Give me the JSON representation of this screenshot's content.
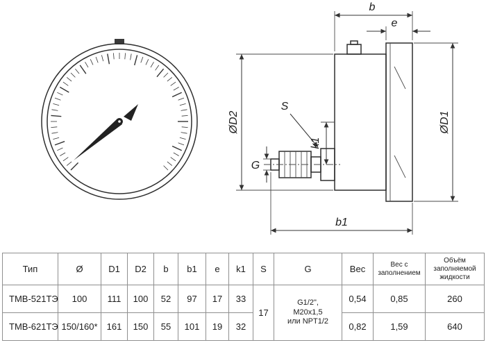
{
  "drawing": {
    "labels": {
      "b": "b",
      "e": "e",
      "d2": "ØD2",
      "d1": "ØD1",
      "s": "S",
      "k1": "k1",
      "g": "G",
      "b1": "b1"
    }
  },
  "table": {
    "headers": [
      "Тип",
      "Ø",
      "D1",
      "D2",
      "b",
      "b1",
      "e",
      "k1",
      "S",
      "G",
      "Вес",
      "Вес с заполнением",
      "Объём заполняемой жидкости"
    ],
    "merged": {
      "s": "17",
      "g": "G1/2\",\nM20x1,5\nили NPT1/2"
    },
    "rows": [
      {
        "type": "ТМВ-521ТЭ",
        "d": "100",
        "d1": "111",
        "d2": "100",
        "b": "52",
        "b1": "97",
        "e": "17",
        "k1": "33",
        "weight": "0,54",
        "weight_filled": "0,85",
        "volume": "260"
      },
      {
        "type": "ТМВ-621ТЭ",
        "d": "150/160*",
        "d1": "161",
        "d2": "150",
        "b": "55",
        "b1": "101",
        "e": "19",
        "k1": "32",
        "weight": "0,82",
        "weight_filled": "1,59",
        "volume": "640"
      }
    ]
  }
}
